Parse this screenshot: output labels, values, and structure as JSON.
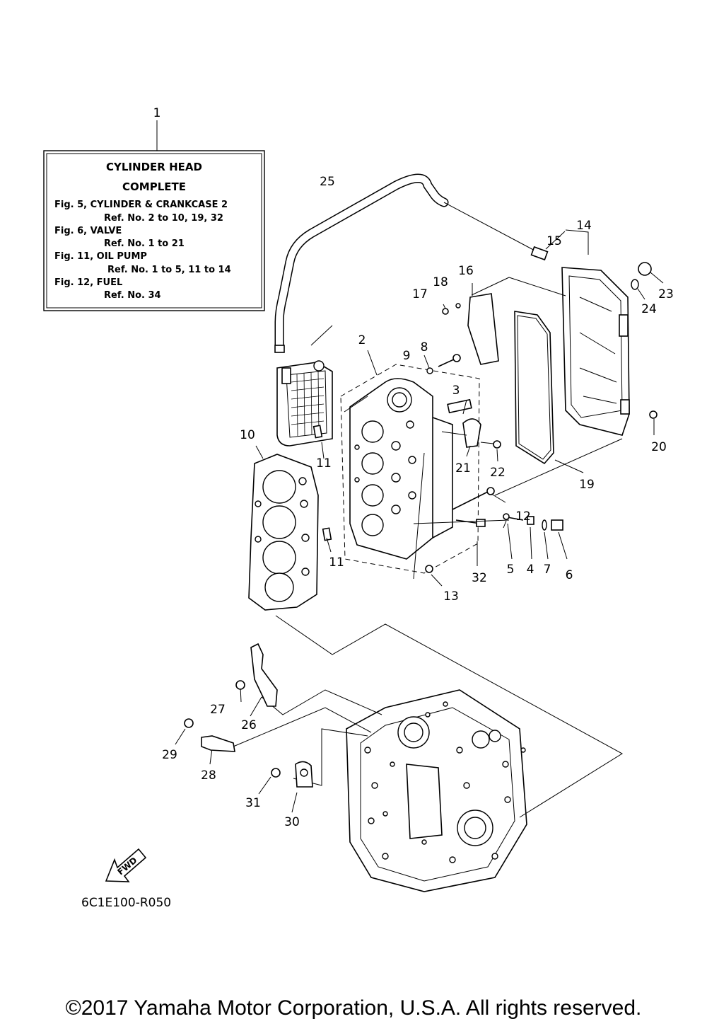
{
  "info_box": {
    "title_line1": "CYLINDER HEAD",
    "title_line2": "COMPLETE",
    "lines": [
      "Fig. 5, CYLINDER & CRANKCASE 2",
      "Ref. No. 2 to 10, 19, 32",
      "Fig. 6, VALVE",
      "Ref. No. 1 to 21",
      "Fig. 11, OIL PUMP",
      "Ref. No. 1 to 5, 11 to 14",
      "Fig. 12, FUEL",
      "Ref. No. 34"
    ]
  },
  "callouts": {
    "n1": "1",
    "n2": "2",
    "n3": "3",
    "n4": "4",
    "n5": "5",
    "n6": "6",
    "n7": "7",
    "n8": "8",
    "n9": "9",
    "n10": "10",
    "n11a": "11",
    "n11b": "11",
    "n12": "12",
    "n13": "13",
    "n14": "14",
    "n15": "15",
    "n16": "16",
    "n17": "17",
    "n18": "18",
    "n19": "19",
    "n20": "20",
    "n21": "21",
    "n22": "22",
    "n23": "23",
    "n24": "24",
    "n25": "25",
    "n26": "26",
    "n27": "27",
    "n28": "28",
    "n29": "29",
    "n30": "30",
    "n31": "31",
    "n32": "32"
  },
  "fwd_label": "FWD",
  "figure_code": "6C1E100-R050",
  "copyright": "©2017 Yamaha Motor Corporation, U.S.A. All rights reserved."
}
